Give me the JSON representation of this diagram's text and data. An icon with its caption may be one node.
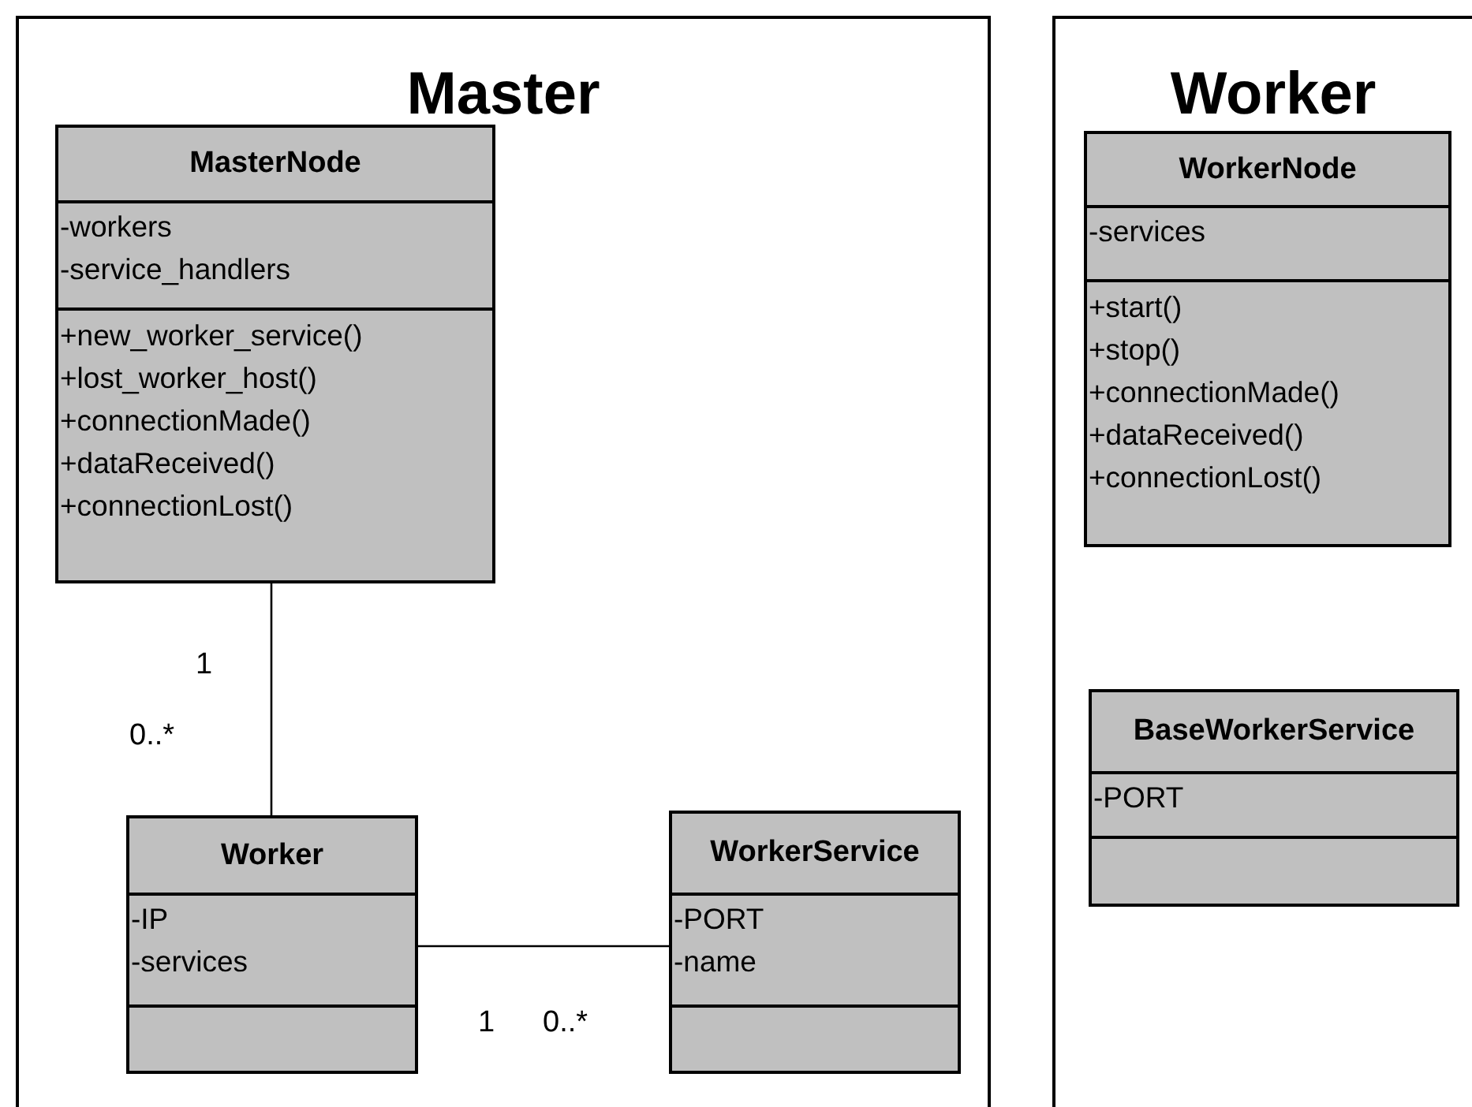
{
  "diagram": {
    "nodes": [
      {
        "text": [
          "Master"
        ]
      },
      {
        "text": [
          "MasterNode",
          "-workers",
          "-service_handlers",
          "+new_worker_service()",
          "+lost_worker_host()",
          "+connectionMade()",
          "+dataReceived()",
          "+connectionLost()"
        ],
        "in": 0
      },
      {
        "text": [
          "Worker",
          "-IP",
          "-services"
        ],
        "in": 0
      },
      {
        "text": [
          "WorkerService",
          "-PORT",
          "-name"
        ],
        "in": 0
      },
      {
        "text": [
          "Worker"
        ]
      },
      {
        "text": [
          "WorkerNode",
          "-services",
          "+start()",
          "+stop()",
          "+connectionMade()",
          "+dataReceived()",
          "+connectionLost()"
        ],
        "in": 4
      },
      {
        "text": [
          "BaseWorkerService",
          "-PORT"
        ],
        "in": 4
      }
    ],
    "edges": [
      {
        "from": 1,
        "to": 2,
        "arrow": "none"
      },
      {
        "from": 2,
        "to": 3,
        "arrow": "none"
      }
    ],
    "labels": [
      "1",
      "0..*",
      "1",
      "0..*"
    ]
  }
}
